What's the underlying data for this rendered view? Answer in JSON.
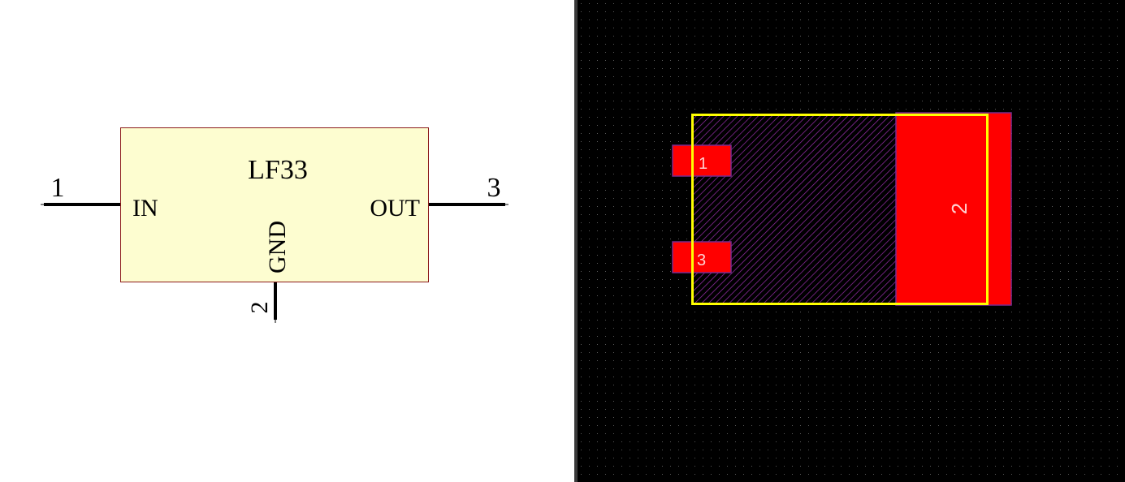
{
  "schematic": {
    "part_name": "LF33",
    "body_fill": "#fdfdd0",
    "body_stroke": "#8b1a1a",
    "pins": [
      {
        "number": "1",
        "name": "IN"
      },
      {
        "number": "3",
        "name": "OUT"
      },
      {
        "number": "2",
        "name": "GND"
      }
    ]
  },
  "pcb": {
    "background": "#000000",
    "grid_dot_color": "#5a5a5a",
    "pad_color": "#ff0000",
    "silkscreen_color": "#ffff00",
    "hatch_color": "#9b2fae",
    "pads": [
      {
        "label": "1"
      },
      {
        "label": "3"
      },
      {
        "label": "2"
      }
    ]
  }
}
